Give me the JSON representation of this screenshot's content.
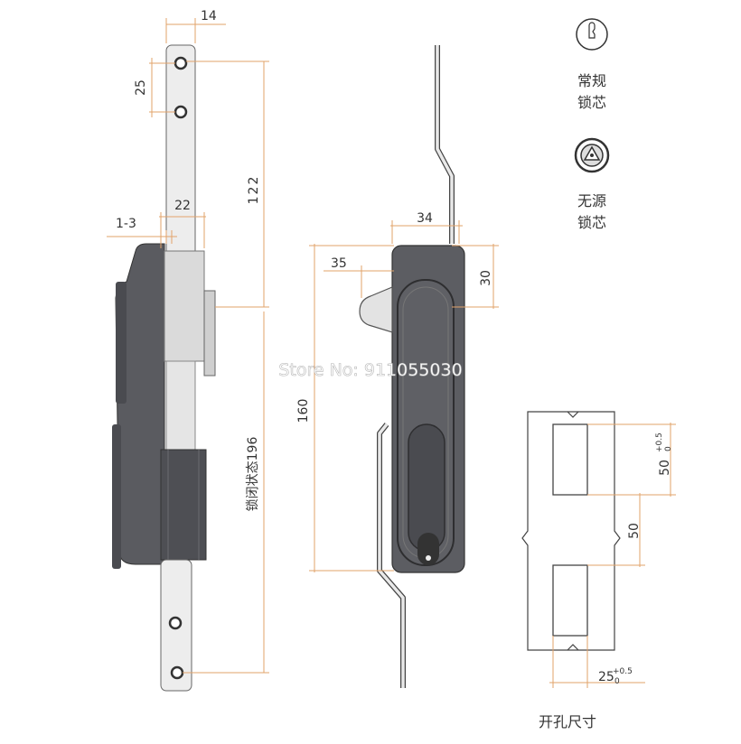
{
  "watermark": "Store No: 911055030",
  "colors": {
    "dimension": "#e2a36a",
    "body_dark": "#55555a",
    "metal": "#c8c8c8",
    "text": "#333333"
  },
  "dims": {
    "top_width": "14",
    "hole_spacing": "25",
    "upper_length": "122",
    "bar_width": "22",
    "offset": "1-3",
    "locked_length": "锁闭状态196",
    "body_width": "34",
    "handle_offset": "35",
    "handle_height": "30",
    "body_length": "160",
    "cutout_height_label": "50",
    "cutout_gap": "50",
    "cutout_width_label": "25"
  },
  "tolerances": {
    "upper": "+0.5",
    "lower": "0"
  },
  "legend": {
    "regular_core": [
      "常规",
      "锁芯"
    ],
    "passive_core": [
      "无源",
      "锁芯"
    ],
    "regular_icon": "key-cylinder-icon",
    "passive_icon": "triangle-cylinder-icon"
  },
  "cutout_title": "开孔尺寸"
}
